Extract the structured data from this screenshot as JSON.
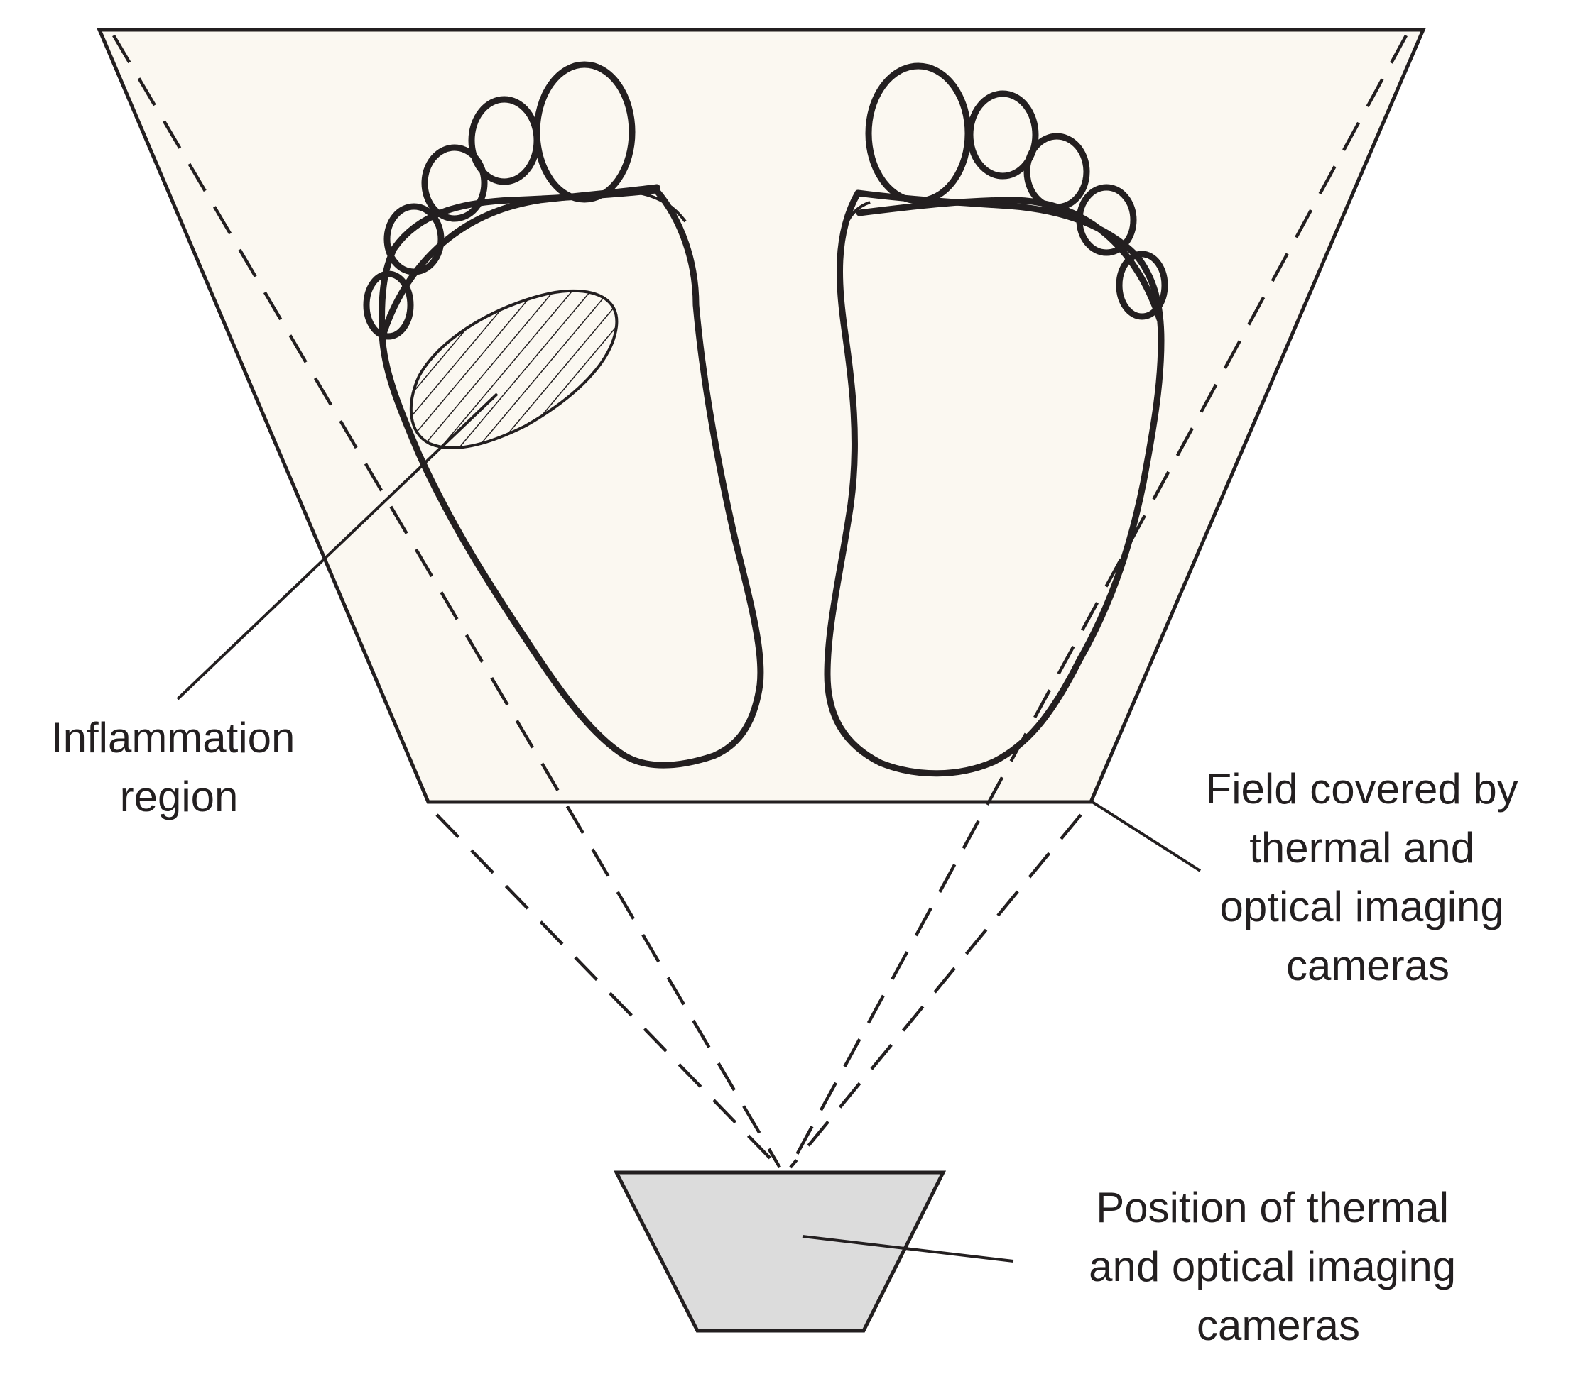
{
  "diagram": {
    "labels": {
      "inflammation": [
        "Inflammation",
        "region"
      ],
      "field": [
        "Field covered by",
        "thermal and",
        "optical imaging",
        "cameras"
      ],
      "position": [
        "Position of thermal",
        "and optical imaging",
        "cameras"
      ]
    },
    "colors": {
      "field_fill": "#fbf8f1",
      "camera_fill": "#dcdcdc",
      "line": "#231f20"
    }
  }
}
